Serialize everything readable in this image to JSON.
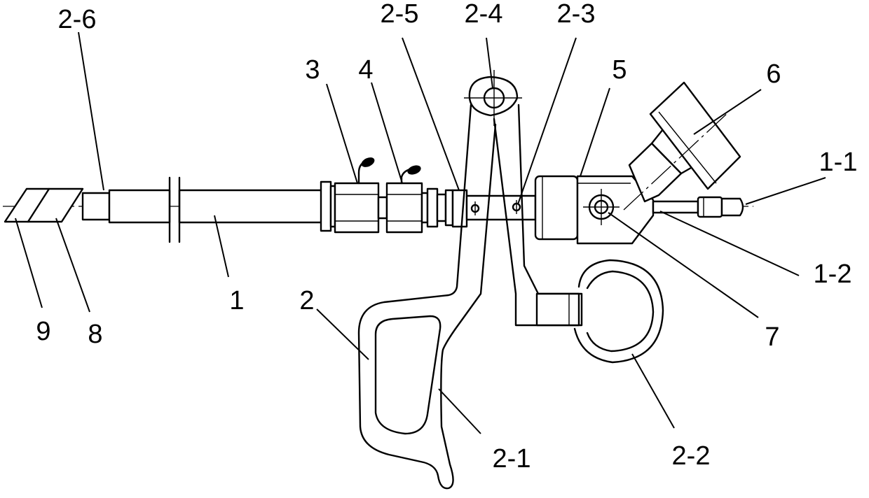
{
  "labels": {
    "l_2_6": "2-6",
    "l_2_5": "2-5",
    "l_2_4": "2-4",
    "l_2_3": "2-3",
    "l_3": "3",
    "l_4": "4",
    "l_5": "5",
    "l_6": "6",
    "l_1_1": "1-1",
    "l_1_2": "1-2",
    "l_7": "7",
    "l_1": "1",
    "l_2": "2",
    "l_2_1": "2-1",
    "l_2_2": "2-2",
    "l_9": "9",
    "l_8": "8"
  }
}
